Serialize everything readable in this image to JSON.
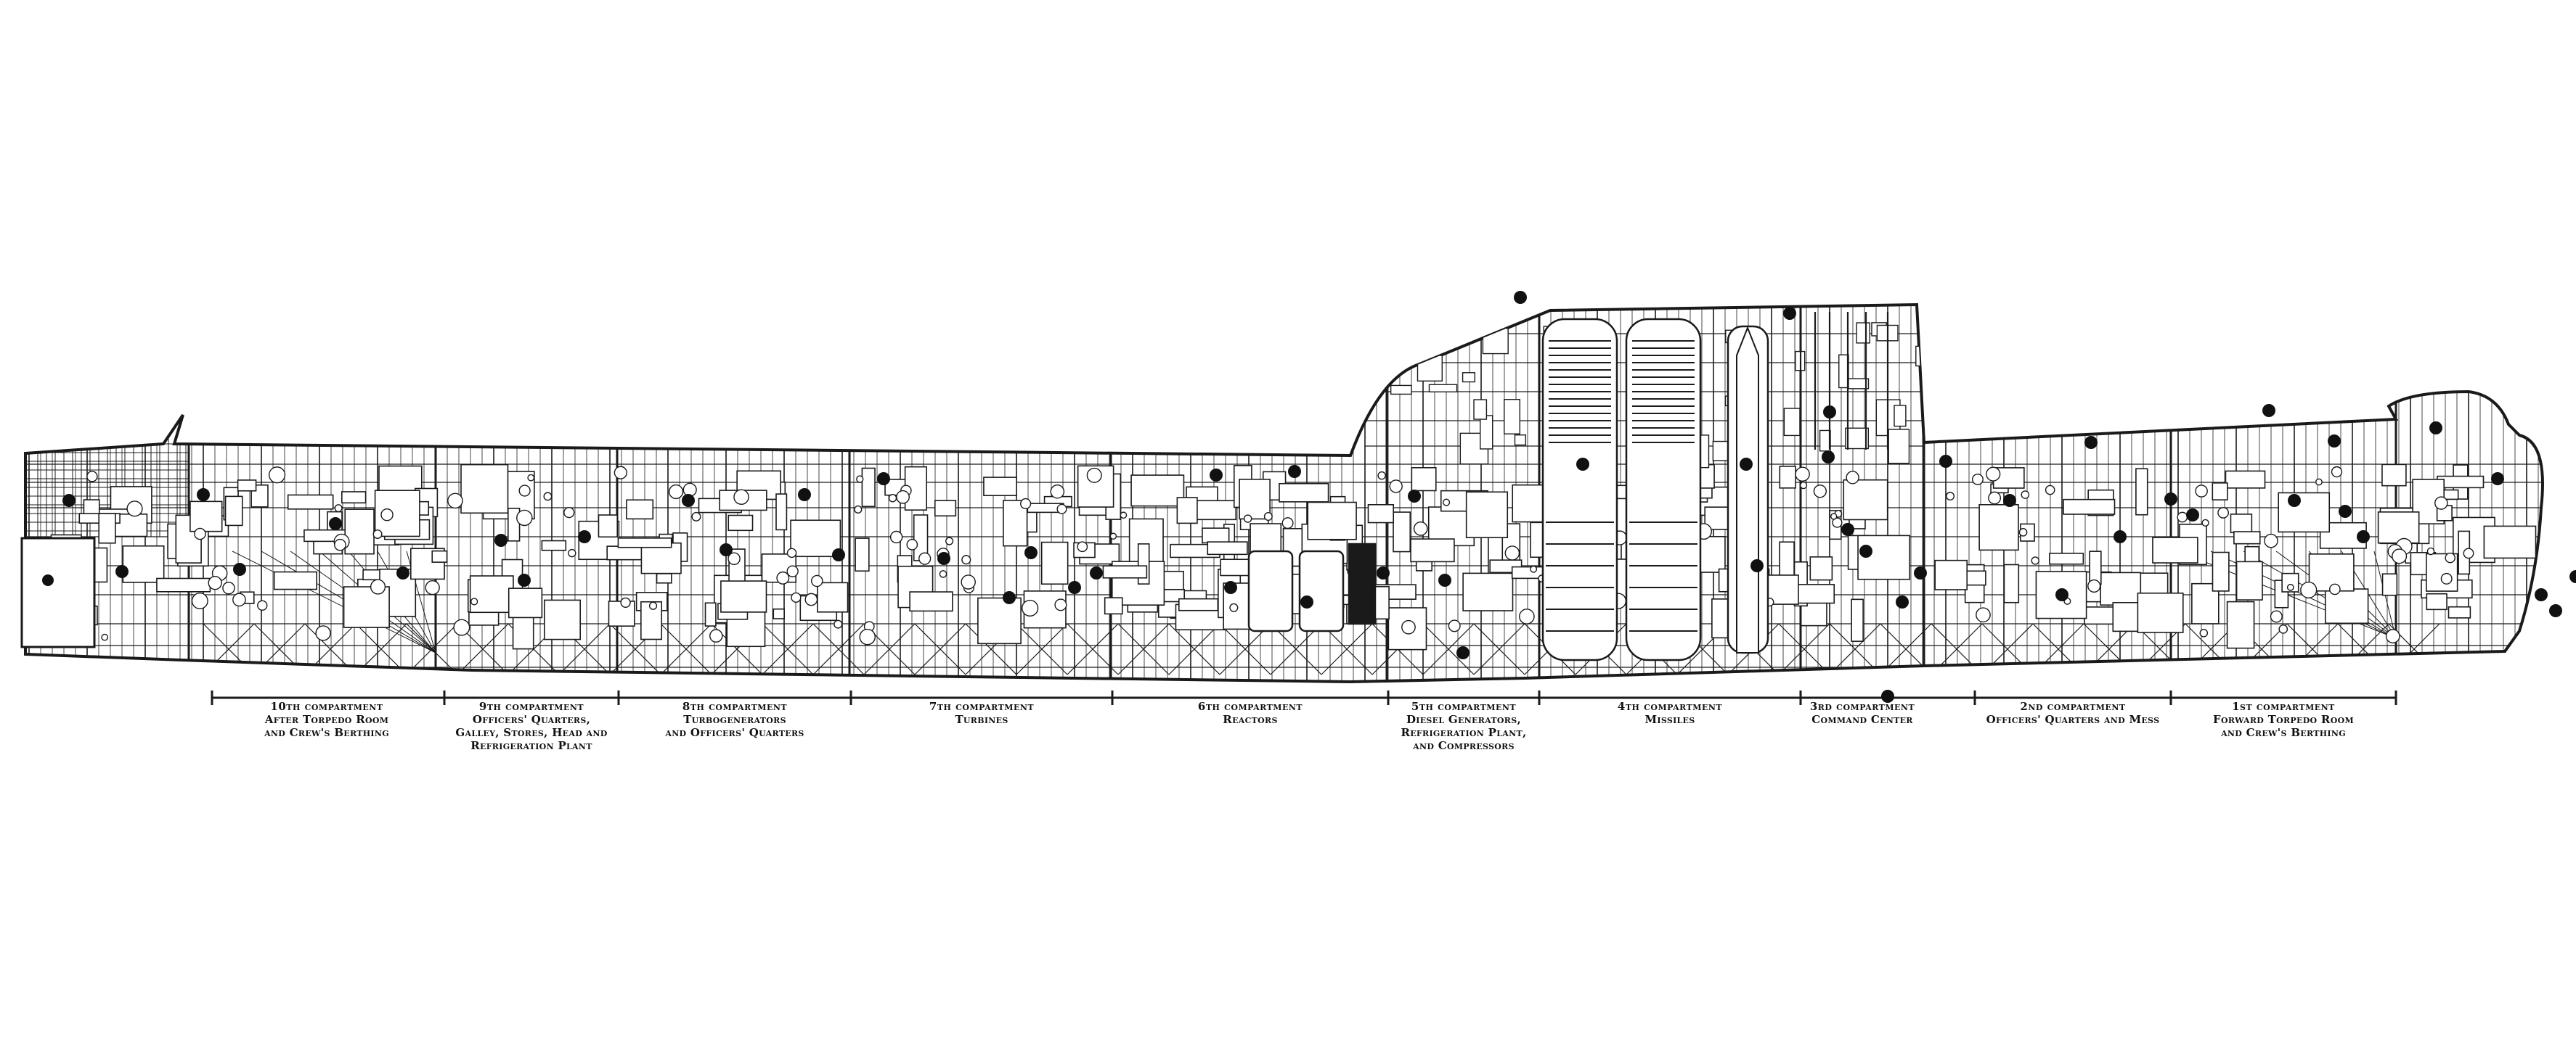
{
  "compartments": [
    {
      "key": "c10",
      "title": "10th compartment",
      "lines": [
        "After Torpedo Room",
        "and Crew's Berthing"
      ]
    },
    {
      "key": "c9",
      "title": "9th compartment",
      "lines": [
        "Officers' Quarters,",
        "Galley, Stores, Head and",
        "Refrigeration Plant"
      ]
    },
    {
      "key": "c8",
      "title": "8th compartment",
      "lines": [
        "Turbogenerators",
        "and Officers' Quarters"
      ]
    },
    {
      "key": "c7",
      "title": "7th compartment",
      "lines": [
        "Turbines"
      ]
    },
    {
      "key": "c6",
      "title": "6th compartment",
      "lines": [
        "Reactors"
      ]
    },
    {
      "key": "c5",
      "title": "5th compartment",
      "lines": [
        "Diesel Generators,",
        "Refrigeration Plant,",
        "and Compressors"
      ]
    },
    {
      "key": "c4",
      "title": "4th compartment",
      "lines": [
        "Missiles"
      ]
    },
    {
      "key": "c3",
      "title": "3rd compartment",
      "lines": [
        "Command Center"
      ]
    },
    {
      "key": "c2",
      "title": "2nd compartment",
      "lines": [
        "Officers' Quarters and Mess"
      ]
    },
    {
      "key": "c1",
      "title": "1st compartment",
      "lines": [
        "Forward Torpedo Room",
        "and Crew's Berthing"
      ]
    }
  ],
  "colors": {
    "ink": "#1a1a1a",
    "paper": "#ffffff",
    "marker": "#111111"
  }
}
